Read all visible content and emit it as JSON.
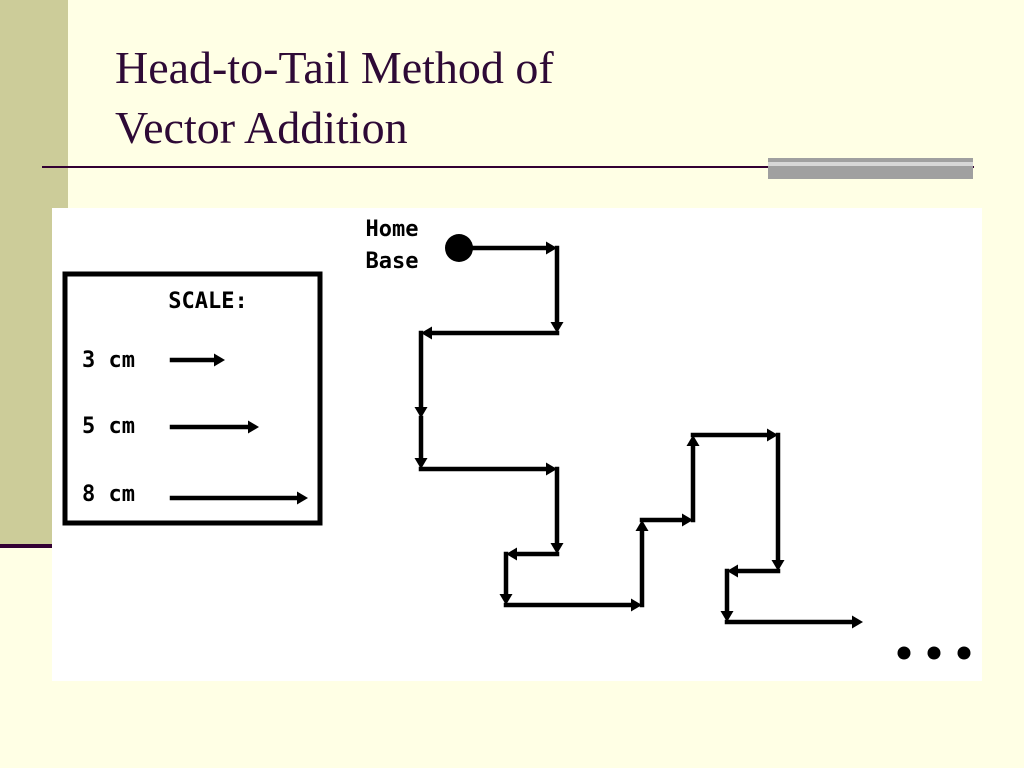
{
  "slide": {
    "title_line1": "Head-to-Tail Method of",
    "title_line2": "Vector Addition"
  },
  "figure": {
    "home_label_line1": "Home",
    "home_label_line2": "Base",
    "scale_title": "SCALE:",
    "scale_items": [
      {
        "label": "3 cm",
        "length_cm": 3
      },
      {
        "label": "5 cm",
        "length_cm": 5
      },
      {
        "label": "8 cm",
        "length_cm": 8
      }
    ],
    "path_vectors": [
      {
        "direction": "east",
        "length_cm": 5
      },
      {
        "direction": "south",
        "length_cm": 5
      },
      {
        "direction": "west",
        "length_cm": 8
      },
      {
        "direction": "south",
        "length_cm": 5
      },
      {
        "direction": "south",
        "length_cm": 3
      },
      {
        "direction": "east",
        "length_cm": 8
      },
      {
        "direction": "south",
        "length_cm": 5
      },
      {
        "direction": "west",
        "length_cm": 3
      },
      {
        "direction": "south",
        "length_cm": 3
      },
      {
        "direction": "east",
        "length_cm": 8
      },
      {
        "direction": "north",
        "length_cm": 5
      },
      {
        "direction": "east",
        "length_cm": 3
      },
      {
        "direction": "north",
        "length_cm": 5
      },
      {
        "direction": "east",
        "length_cm": 5
      },
      {
        "direction": "south",
        "length_cm": 8
      },
      {
        "direction": "west",
        "length_cm": 3
      },
      {
        "direction": "south",
        "length_cm": 3
      },
      {
        "direction": "east",
        "length_cm": 8
      }
    ],
    "continuation_dots": 3
  },
  "colors": {
    "background": "#FFFFE5",
    "accent_band": "#CCCC99",
    "title_text": "#2E0A36",
    "rule": "#330033"
  }
}
